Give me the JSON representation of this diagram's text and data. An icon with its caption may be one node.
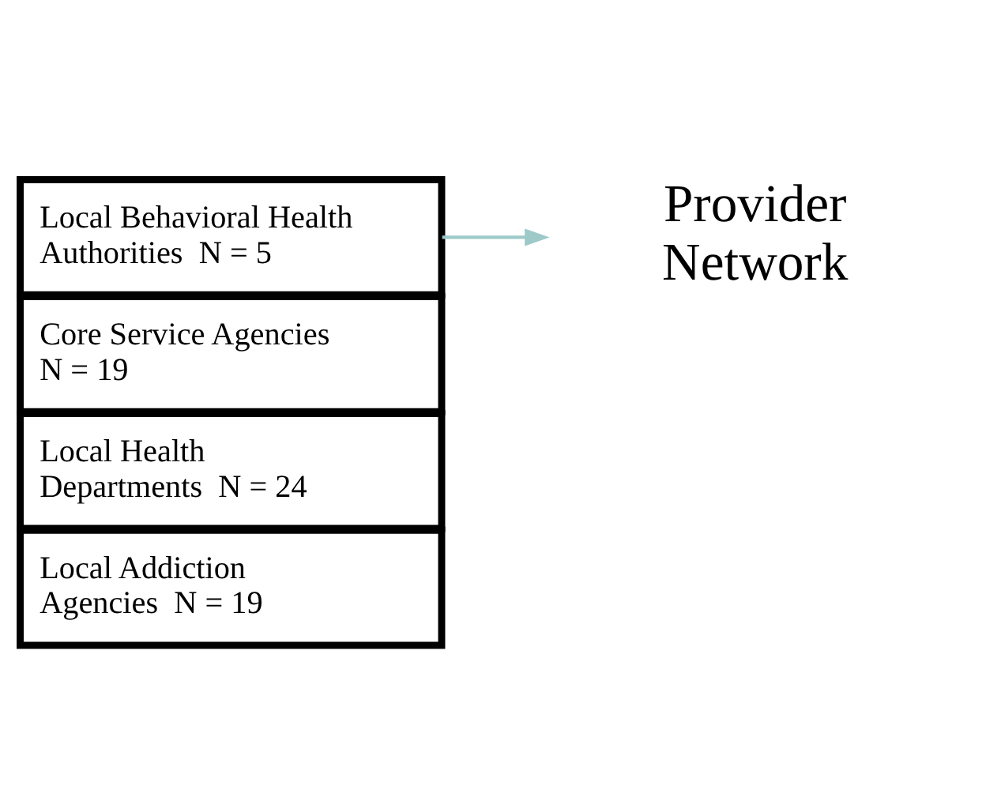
{
  "diagram": {
    "nodes": [
      {
        "text": [
          "Local Addiction Agencies  N = 19"
        ]
      },
      {
        "text": [
          "Local Health Departments  N = 24"
        ]
      },
      {
        "text": [
          "Core Service Agencies N = 19"
        ]
      },
      {
        "text": [
          "Local Behavioral Health Authorities  N = 5"
        ]
      },
      {
        "text": [
          "Provider Network"
        ]
      }
    ],
    "edges": [
      {
        "from": 3,
        "to": 4,
        "arrow": "to",
        "color": "#9ec9c9"
      }
    ]
  }
}
